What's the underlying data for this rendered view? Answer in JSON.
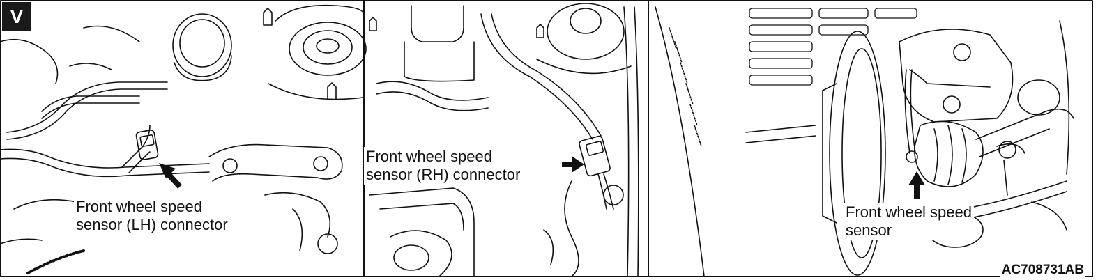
{
  "figure": {
    "panel_letter": "V",
    "figure_id": "AC708731AB"
  },
  "callouts": {
    "lh_connector": {
      "line1": "Front wheel speed",
      "line2": "sensor (LH) connector"
    },
    "rh_connector": {
      "line1": "Front wheel speed",
      "line2": "sensor (RH) connector"
    },
    "sensor": {
      "line1": "Front wheel speed",
      "line2": "sensor"
    }
  },
  "colors": {
    "line": "#111111",
    "background": "#ffffff"
  }
}
